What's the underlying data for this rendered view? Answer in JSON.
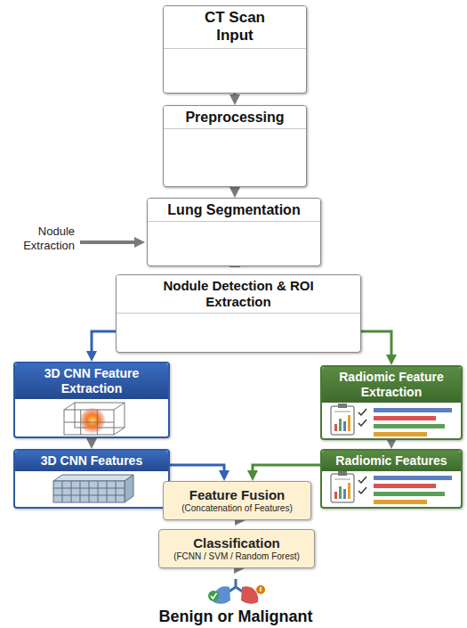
{
  "diagram": {
    "nodes": [
      {
        "text": [
          "CT Scan Input"
        ]
      },
      {
        "text": [
          "Preprocessing"
        ]
      },
      {
        "text": [
          "Lung Segmentation"
        ]
      },
      {
        "text": [
          "Nodule Detection & ROI Extraction"
        ]
      },
      {
        "text": [
          "3D CNN Feature Extraction"
        ]
      },
      {
        "text": [
          "Radiomic Feature Extraction"
        ]
      },
      {
        "text": [
          "3D CNN Features"
        ]
      },
      {
        "text": [
          "Radiomic Features"
        ]
      },
      {
        "text": [
          "Feature Fusion",
          "(Concatenation of Features)"
        ]
      },
      {
        "text": [
          "Classification",
          "(FCNN / SVM / Random Forest)"
        ]
      },
      {
        "text": [
          "Benign or Malignant"
        ]
      }
    ],
    "edges": [
      {
        "from": 0,
        "to": 1,
        "arrow": "to"
      },
      {
        "from": 1,
        "to": 2,
        "arrow": "to"
      },
      {
        "from": 2,
        "to": 3,
        "arrow": "to"
      },
      {
        "from": 3,
        "to": 4,
        "arrow": "to"
      },
      {
        "from": 3,
        "to": 5,
        "arrow": "to"
      },
      {
        "from": 4,
        "to": 6,
        "arrow": "to"
      },
      {
        "from": 5,
        "to": 7,
        "arrow": "to"
      },
      {
        "from": 6,
        "to": 8,
        "arrow": "to"
      },
      {
        "from": 7,
        "to": 8,
        "arrow": "to"
      },
      {
        "from": 8,
        "to": 9,
        "arrow": "to"
      },
      {
        "from": 9,
        "to": 10,
        "arrow": "to"
      }
    ],
    "labels": [
      "Nodule Extraction"
    ]
  }
}
